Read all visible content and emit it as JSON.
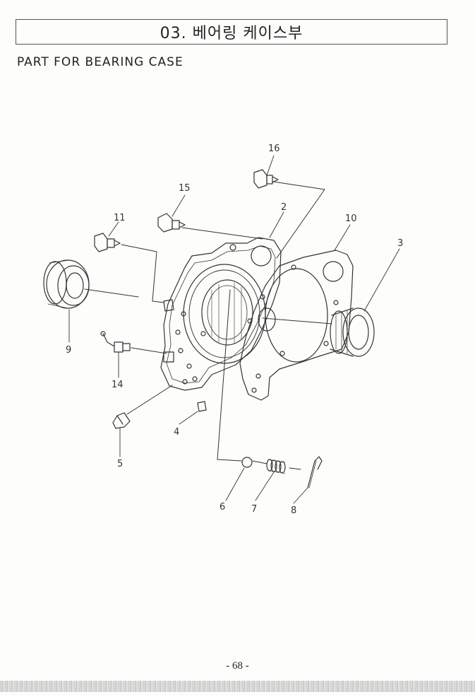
{
  "header": {
    "title": "03. 베어링 케이스부",
    "subtitle": "PART FOR BEARING CASE"
  },
  "callouts": [
    {
      "id": "c16",
      "label": "16"
    },
    {
      "id": "c15",
      "label": "15"
    },
    {
      "id": "c2",
      "label": "2"
    },
    {
      "id": "c10",
      "label": "10"
    },
    {
      "id": "c11",
      "label": "11"
    },
    {
      "id": "c3",
      "label": "3"
    },
    {
      "id": "c9",
      "label": "9"
    },
    {
      "id": "c14",
      "label": "14"
    },
    {
      "id": "c4",
      "label": "4"
    },
    {
      "id": "c5",
      "label": "5"
    },
    {
      "id": "c6",
      "label": "6"
    },
    {
      "id": "c7",
      "label": "7"
    },
    {
      "id": "c8",
      "label": "8"
    }
  ],
  "footer": {
    "page_number": "- 68 -"
  }
}
